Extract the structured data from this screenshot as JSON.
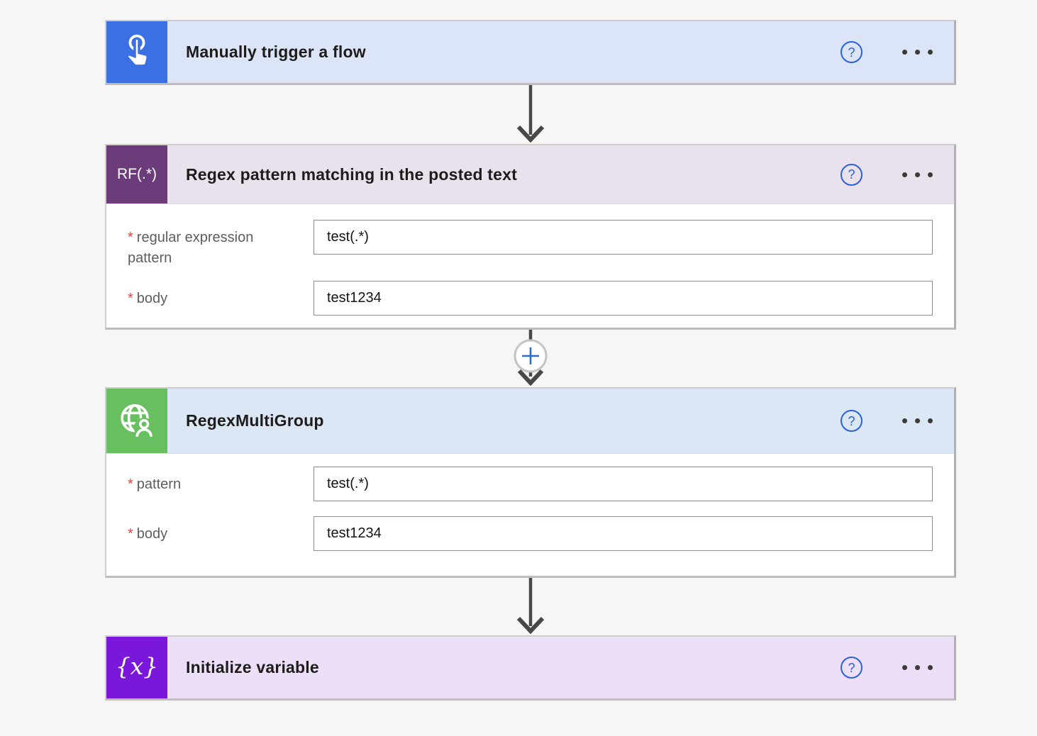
{
  "canvas": {
    "background": "#f6f6f6"
  },
  "ui": {
    "required_marker": "*",
    "help_label": "?",
    "connector_color": "#4a4846",
    "plus_color": "#2a6dd8",
    "plus_circle_border": "#c6c4c2",
    "help_color": "#2b62d9",
    "label_color": "#5f5d5b",
    "asterisk_color": "#e04343"
  },
  "cards": [
    {
      "title": "Manually trigger a flow",
      "icon": "touch-hand-icon",
      "icon_bg": "#3b6fe4",
      "header_bg": "#dce5f8",
      "fields": []
    },
    {
      "title": "Regex pattern matching in the posted text",
      "icon": "rf-regex-text-icon",
      "icon_text": "RF(.*)",
      "icon_bg": "#6b3c79",
      "header_bg": "#e9e2ed",
      "fields": [
        {
          "label": "regular expression pattern",
          "required": true,
          "value": "test(.*)"
        },
        {
          "label": "body",
          "required": true,
          "value": "test1234"
        }
      ]
    },
    {
      "title": "RegexMultiGroup",
      "icon": "globe-user-icon",
      "icon_bg": "#67bf5f",
      "header_bg": "#dbe7f5",
      "fields": [
        {
          "label": "pattern",
          "required": true,
          "value": "test(.*)"
        },
        {
          "label": "body",
          "required": true,
          "value": "test1234"
        }
      ]
    },
    {
      "title": "Initialize variable",
      "icon": "variable-braces-icon",
      "icon_text": "{x}",
      "icon_bg": "#7a17da",
      "header_bg": "#ecdff7",
      "fields": []
    }
  ]
}
